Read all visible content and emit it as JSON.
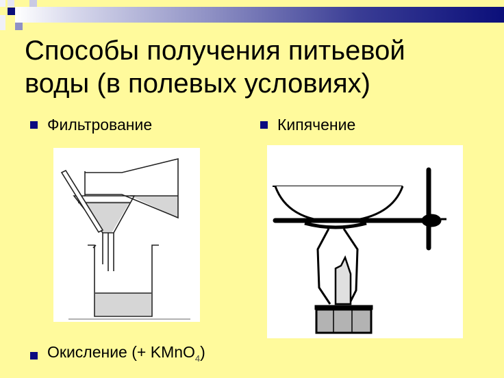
{
  "slide": {
    "title_line1": "Способы получения питьевой",
    "title_line2": "воды (в полевых условиях)",
    "bullets": [
      {
        "label": "Фильтрование"
      },
      {
        "label": "Кипячение"
      },
      {
        "label": "Окисление (+ KMnO",
        "subscript": "4",
        "suffix": ")"
      }
    ],
    "images": {
      "filtration": "filtration-apparatus-illustration",
      "boiling": "boiling-apparatus-illustration"
    },
    "colors": {
      "background": "#fffa9c",
      "bullet": "#0b0b80",
      "bar_dark": "#0b0f7a",
      "liquid": "#d9d9d9"
    }
  }
}
